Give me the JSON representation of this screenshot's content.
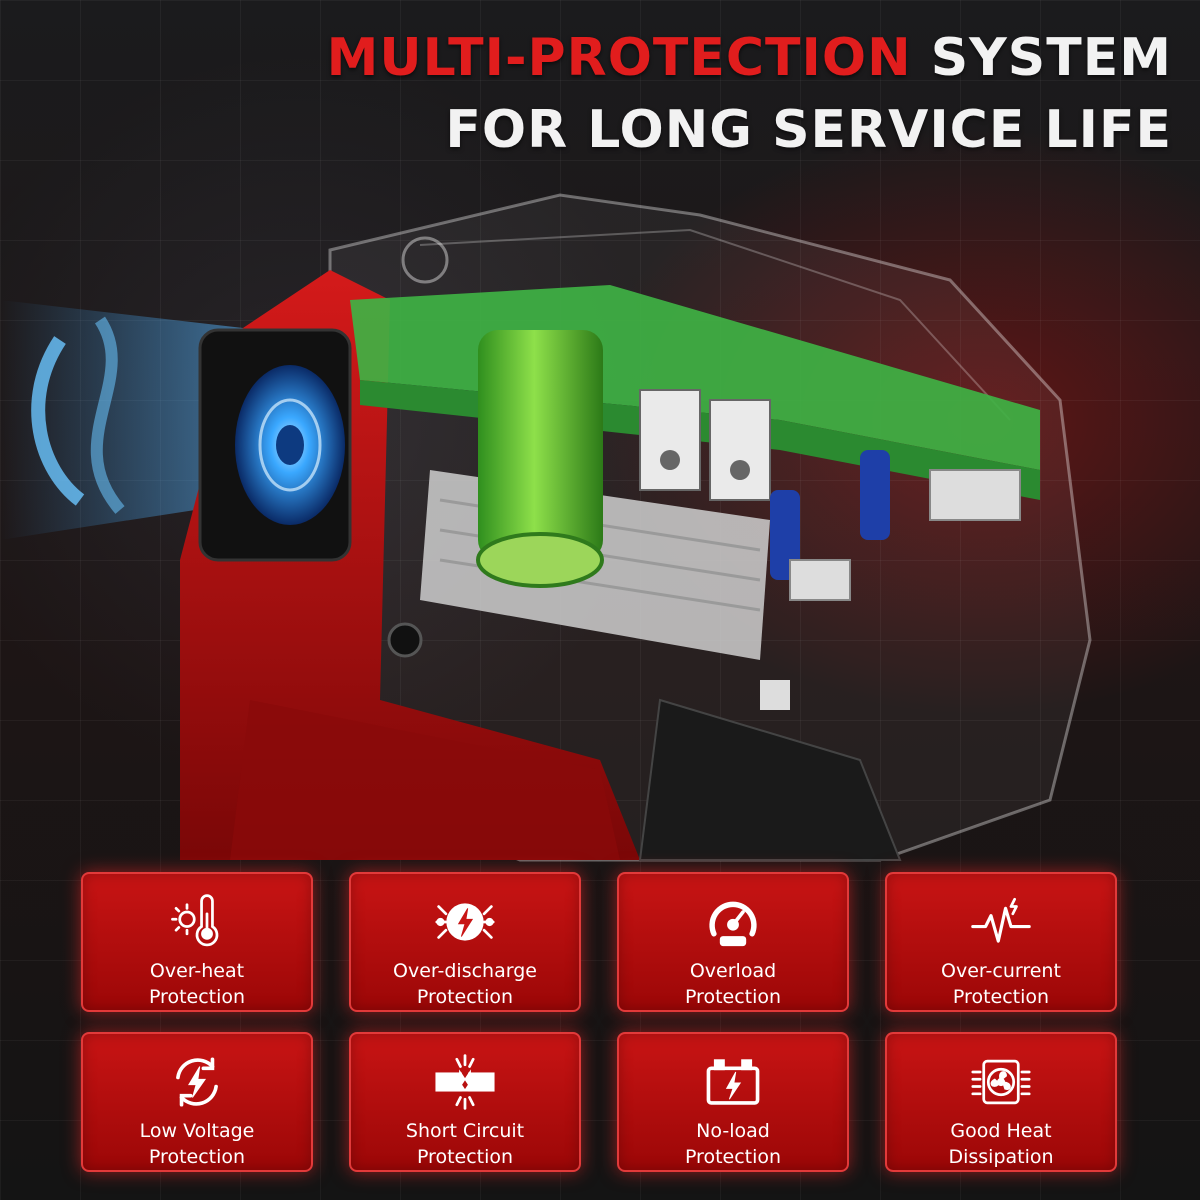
{
  "headline": {
    "accent": "MULTI-PROTECTION",
    "line1_rest": "SYSTEM",
    "line2": "FOR LONG SERVICE LIFE"
  },
  "features": [
    {
      "line1": "Over-heat",
      "line2": "Protection",
      "icon": "thermometer-sun-icon"
    },
    {
      "line1": "Over-discharge",
      "line2": "Protection",
      "icon": "bolt-circuit-icon"
    },
    {
      "line1": "Overload",
      "line2": "Protection",
      "icon": "gauge-icon"
    },
    {
      "line1": "Over-current",
      "line2": "Protection",
      "icon": "pulse-wave-icon"
    },
    {
      "line1": "Low Voltage",
      "line2": "Protection",
      "icon": "bolt-cycle-icon"
    },
    {
      "line1": "Short Circuit",
      "line2": "Protection",
      "icon": "broken-wire-icon"
    },
    {
      "line1": "No-load",
      "line2": "Protection",
      "icon": "battery-bolt-icon"
    },
    {
      "line1": "Good Heat",
      "line2": "Dissipation",
      "icon": "fan-icon"
    }
  ],
  "colors": {
    "accent": "#e11d1d",
    "card": "#b50e0e",
    "heading": "#f2f2f2",
    "fan_glow": "#3aa8ff",
    "pcb": "#3fb244"
  }
}
